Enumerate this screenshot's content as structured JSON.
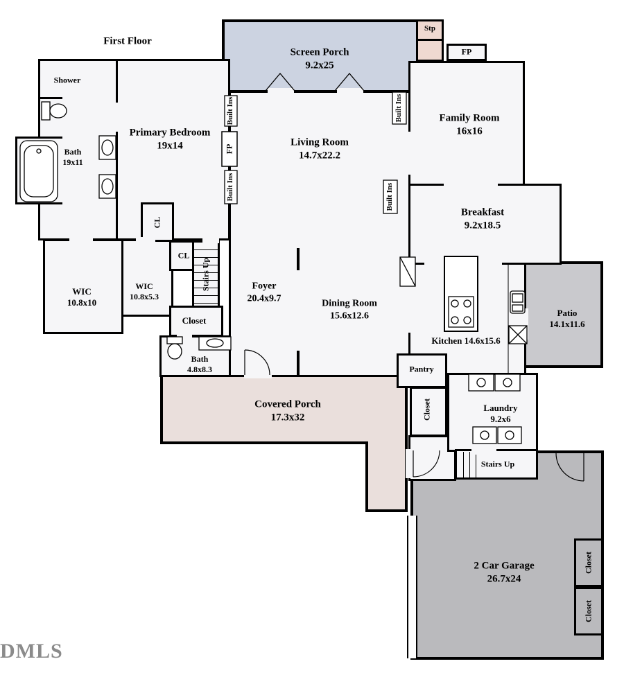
{
  "title": "First Floor",
  "watermark": "DMLS",
  "colors": {
    "wall": "#000000",
    "floor": "#f6f6f8",
    "screen_porch": "#ccd3e1",
    "covered_porch": "#eadfdc",
    "patio": "#c9c9cd",
    "garage": "#bababd",
    "steps": "#efd9d1"
  },
  "rooms": {
    "shower": {
      "name": "Shower"
    },
    "bath_primary": {
      "name": "Bath",
      "dims": "19x11"
    },
    "primary_bedroom": {
      "name": "Primary Bedroom",
      "dims": "19x14"
    },
    "screen_porch": {
      "name": "Screen Porch",
      "dims": "9.2x25"
    },
    "stp": {
      "name": "Stp"
    },
    "fp_family": {
      "name": "FP"
    },
    "fp_living": {
      "name": "FP"
    },
    "family_room": {
      "name": "Family Room",
      "dims": "16x16"
    },
    "living_room": {
      "name": "Living Room",
      "dims": "14.7x22.2"
    },
    "breakfast": {
      "name": "Breakfast",
      "dims": "9.2x18.5"
    },
    "built_ins": {
      "name": "Built Ins"
    },
    "cl": {
      "name": "CL"
    },
    "stairs_up": {
      "name": "Stairs Up"
    },
    "wic_1": {
      "name": "WIC",
      "dims": "10.8x10"
    },
    "wic_2": {
      "name": "WIC",
      "dims": "10.8x5.3"
    },
    "foyer": {
      "name": "Foyer",
      "dims": "20.4x9.7"
    },
    "dining_room": {
      "name": "Dining Room",
      "dims": "15.6x12.6"
    },
    "closet": {
      "name": "Closet"
    },
    "bath_2": {
      "name": "Bath",
      "dims": "4.8x8.3"
    },
    "patio": {
      "name": "Patio",
      "dims": "14.1x11.6"
    },
    "kitchen": {
      "name": "Kitchen 14.6x15.6"
    },
    "pantry": {
      "name": "Pantry"
    },
    "covered_porch": {
      "name": "Covered Porch",
      "dims": "17.3x32"
    },
    "laundry": {
      "name": "Laundry",
      "dims": "9.2x6"
    },
    "garage": {
      "name": "2 Car Garage",
      "dims": "26.7x24"
    }
  }
}
